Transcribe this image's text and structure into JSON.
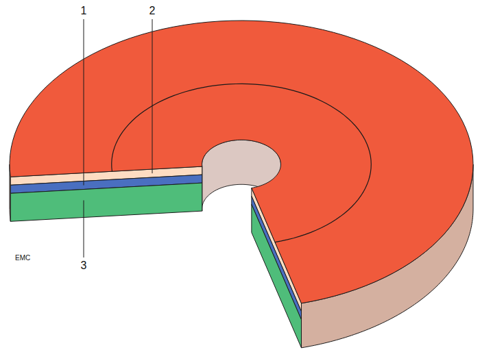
{
  "diagram": {
    "labels": [
      "1",
      "2",
      "3",
      "EMC"
    ]
  }
}
